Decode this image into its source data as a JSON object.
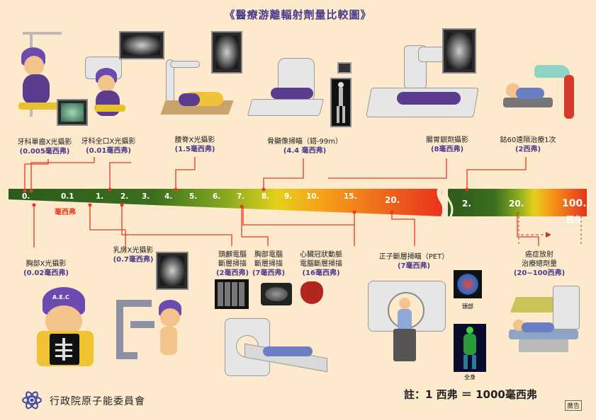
{
  "title": "《醫療游離輻射劑量比較圖》",
  "top_items": [
    {
      "name": "牙科單齒X光攝影",
      "dose": "(0.005毫西弗)"
    },
    {
      "name": "牙科全口X光攝影",
      "dose": "(0.01毫西弗)"
    },
    {
      "name": "腰脊X光攝影",
      "dose": "(1.5毫西弗)"
    },
    {
      "name": "骨顯像掃瞄（鎝-99m）",
      "dose": "(4.4 毫西弗)"
    },
    {
      "name": "腸胃鋇劑攝影",
      "dose": "(8毫西弗)"
    },
    {
      "name": "鈷60遠隔治療1次",
      "dose": "(2西弗)"
    }
  ],
  "bottom_items": [
    {
      "name": "胸部X光攝影",
      "dose": "(0.02毫西弗)"
    },
    {
      "name": "乳房X光攝影",
      "dose": "(0.7毫西弗)"
    },
    {
      "name1": "頭顱電腦",
      "name2": "斷層掃描",
      "dose": "(2毫西弗)"
    },
    {
      "name1": "胸部電腦",
      "name2": "斷層掃描",
      "dose": "(7毫西弗)"
    },
    {
      "name1": "心臟冠狀動脈",
      "name2": "電腦斷層掃描",
      "dose": "(16毫西弗)"
    },
    {
      "name": "正子斷層掃瞄（PET）",
      "dose": "(7毫西弗)"
    },
    {
      "name1": "癌症放射",
      "name2": "治療總劑量",
      "dose": "(20~100西弗)"
    }
  ],
  "scale": {
    "msv_ticks": [
      "0.",
      "0.1",
      "1.",
      "2.",
      "3.",
      "4.",
      "5.",
      "6.",
      "7.",
      "8.",
      "9.",
      "10.",
      "15.",
      "20."
    ],
    "sv_ticks": [
      "2.",
      "20.",
      "100."
    ],
    "msv_unit": "毫西弗",
    "sv_unit": "西弗"
  },
  "pet_labels": {
    "head": "頭部",
    "body": "全身"
  },
  "footer": {
    "org": "行政院原子能委員會",
    "note": "註：1 西弗 ＝ 1000毫西弗",
    "ad": "廣告"
  },
  "mascot_text": "A.E.C",
  "colors": {
    "title": "#4a3b8c",
    "dose_value": "#4a3b8c",
    "leader_line": "#e53a1f",
    "bar_start": "#2f5a1e",
    "bar_mid": "#c8d21e",
    "bar_end": "#e8331c"
  }
}
